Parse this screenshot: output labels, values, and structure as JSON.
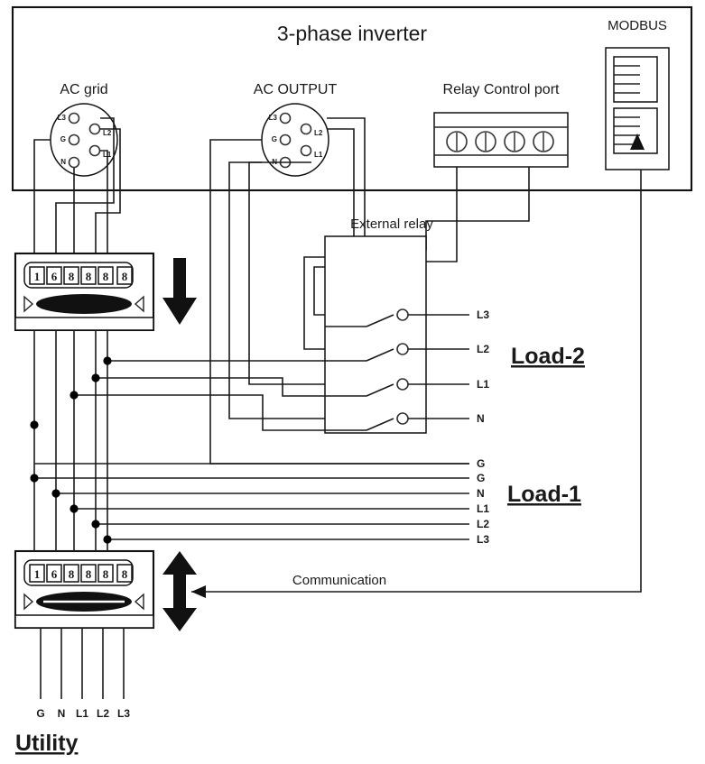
{
  "diagram": {
    "title": "3-phase inverter",
    "type": "electrical-wiring-diagram"
  },
  "inverter": {
    "title": "3-phase inverter",
    "ports": [
      {
        "id": "ac-grid",
        "label": "AC grid",
        "kind": "circular-connector",
        "pins": [
          "L3",
          "G",
          "N",
          "L2",
          "L1"
        ]
      },
      {
        "id": "ac-output",
        "label": "AC OUTPUT",
        "kind": "circular-connector",
        "pins": [
          "L3",
          "G",
          "N",
          "L2",
          "L1"
        ]
      },
      {
        "id": "relay-control-port",
        "label": "Relay Control port",
        "kind": "screw-terminal-block",
        "terminal_count": 4
      }
    ]
  },
  "modbus": {
    "label": "MODBUS",
    "kind": "communication-module",
    "connector_blocks": 2
  },
  "meters": [
    {
      "id": "meter-top",
      "display": "168888",
      "digits": [
        "1",
        "6",
        "8",
        "8",
        "8",
        "8"
      ],
      "arrow": "down",
      "arrow_name": "flow-arrow-down"
    },
    {
      "id": "meter-bottom",
      "display": "168888",
      "digits": [
        "1",
        "6",
        "8",
        "8",
        "8",
        "8"
      ],
      "arrow": "bidirectional",
      "arrow_name": "flow-arrow-bidirectional"
    }
  ],
  "external_relay": {
    "label": "External relay",
    "contacts": [
      "L3",
      "L2",
      "L1",
      "N"
    ],
    "contact_type": "changeover"
  },
  "loads": [
    {
      "id": "load-2",
      "label": "Load-2",
      "rails": [
        "L3",
        "L2",
        "L1",
        "N"
      ]
    },
    {
      "id": "load-1",
      "label": "Load-1",
      "rails": [
        "G",
        "G",
        "N",
        "L1",
        "L2",
        "L3"
      ]
    }
  ],
  "utility": {
    "label": "Utility",
    "conductors": [
      "G",
      "N",
      "L1",
      "L2",
      "L3"
    ]
  },
  "communication": {
    "label": "Communication",
    "direction": "right-to-left",
    "from": "MODBUS",
    "to": "meter-bottom"
  },
  "colors": {
    "wire": "#1a1a1a",
    "box_stroke": "#111111",
    "background": "#ffffff",
    "text": "#1a1a1a"
  }
}
